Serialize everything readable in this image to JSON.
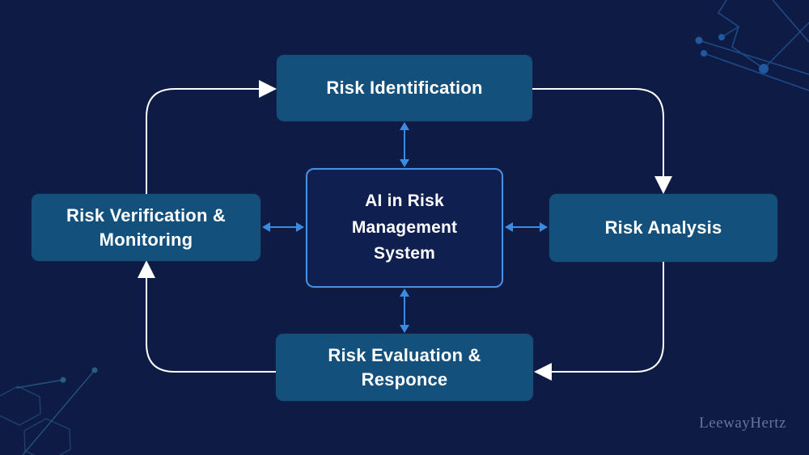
{
  "diagram": {
    "center": {
      "id": "ai-risk-management-system",
      "label": "AI in Risk Management System"
    },
    "nodes": [
      {
        "id": "risk-identification",
        "label": "Risk Identification",
        "position": "top"
      },
      {
        "id": "risk-analysis",
        "label": "Risk Analysis",
        "position": "right"
      },
      {
        "id": "risk-evaluation-response",
        "label": "Risk Evaluation & Responce",
        "position": "bottom"
      },
      {
        "id": "risk-verification-monitoring",
        "label": "Risk Verification & Monitoring",
        "position": "left"
      }
    ],
    "edges": [
      {
        "from": "risk-verification-monitoring",
        "to": "risk-identification",
        "style": "white-arrow"
      },
      {
        "from": "risk-identification",
        "to": "risk-analysis",
        "style": "white-arrow"
      },
      {
        "from": "risk-analysis",
        "to": "risk-evaluation-response",
        "style": "white-arrow"
      },
      {
        "from": "risk-evaluation-response",
        "to": "risk-verification-monitoring",
        "style": "white-arrow"
      },
      {
        "from": "ai-risk-management-system",
        "to": "risk-identification",
        "style": "blue-bidirectional"
      },
      {
        "from": "ai-risk-management-system",
        "to": "risk-analysis",
        "style": "blue-bidirectional"
      },
      {
        "from": "ai-risk-management-system",
        "to": "risk-evaluation-response",
        "style": "blue-bidirectional"
      },
      {
        "from": "ai-risk-management-system",
        "to": "risk-verification-monitoring",
        "style": "blue-bidirectional"
      }
    ],
    "colors": {
      "background": "#0e1c45",
      "node_fill": "#14507c",
      "center_fill": "#0f2050",
      "center_border": "#4a90e2",
      "arrow_blue": "#3d8be0",
      "arrow_white": "#ffffff",
      "watermark_text": "#66749b",
      "circuit_decoration": "#1f4f8e",
      "hexagon_decoration": "#2a6188"
    }
  },
  "watermark": {
    "text": "LeewayHertz"
  }
}
